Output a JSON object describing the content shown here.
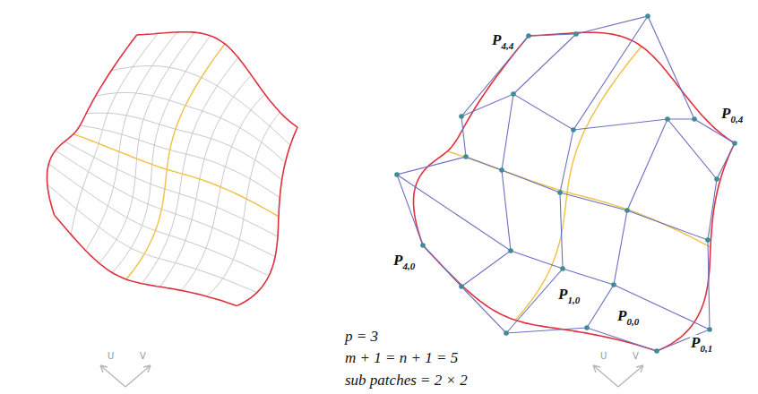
{
  "diagram": {
    "labels": [
      "P",
      "4,4",
      "P",
      "0,4",
      "P",
      "4,0",
      "P",
      "1,0",
      "P",
      "0,0",
      "P",
      "0,1",
      "p = 3",
      "m + 1 = n + 1 = 5",
      "sub patches = 2 × 2",
      "U",
      "V",
      "U",
      "V"
    ]
  }
}
